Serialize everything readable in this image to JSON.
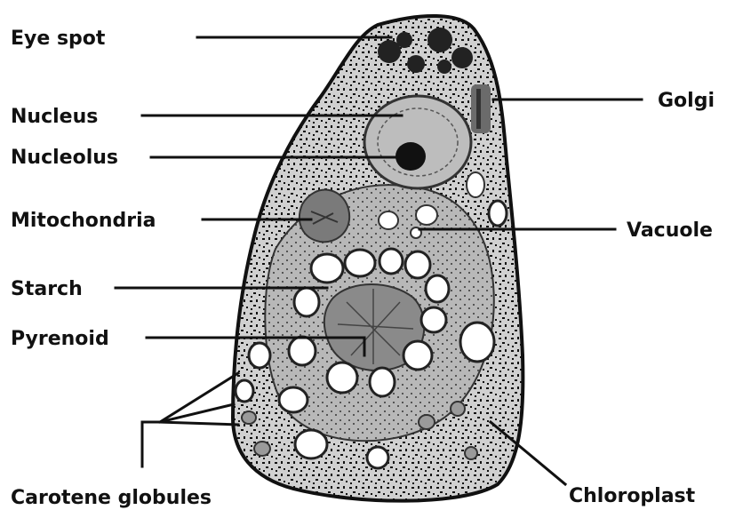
{
  "labels": {
    "eye_spot": "Eye spot",
    "nucleus": "Nucleus",
    "nucleolus": "Nucleolus",
    "mitochondria": "Mitochondria",
    "starch": "Starch",
    "pyrenoid": "Pyrenoid",
    "carotene_globules": "Carotene globules",
    "golgi": "Golgi",
    "vacuole": "Vacuole",
    "chloroplast": "Chloroplast"
  },
  "colors": {
    "ink": "#111111",
    "cell_fill": "#d9d9d9",
    "chloroplast_fill": "#c4c4c4",
    "organelle_dark": "#4d4d4d",
    "pyrenoid_fill": "#8a8a8a",
    "starch_fill": "#ffffff"
  }
}
